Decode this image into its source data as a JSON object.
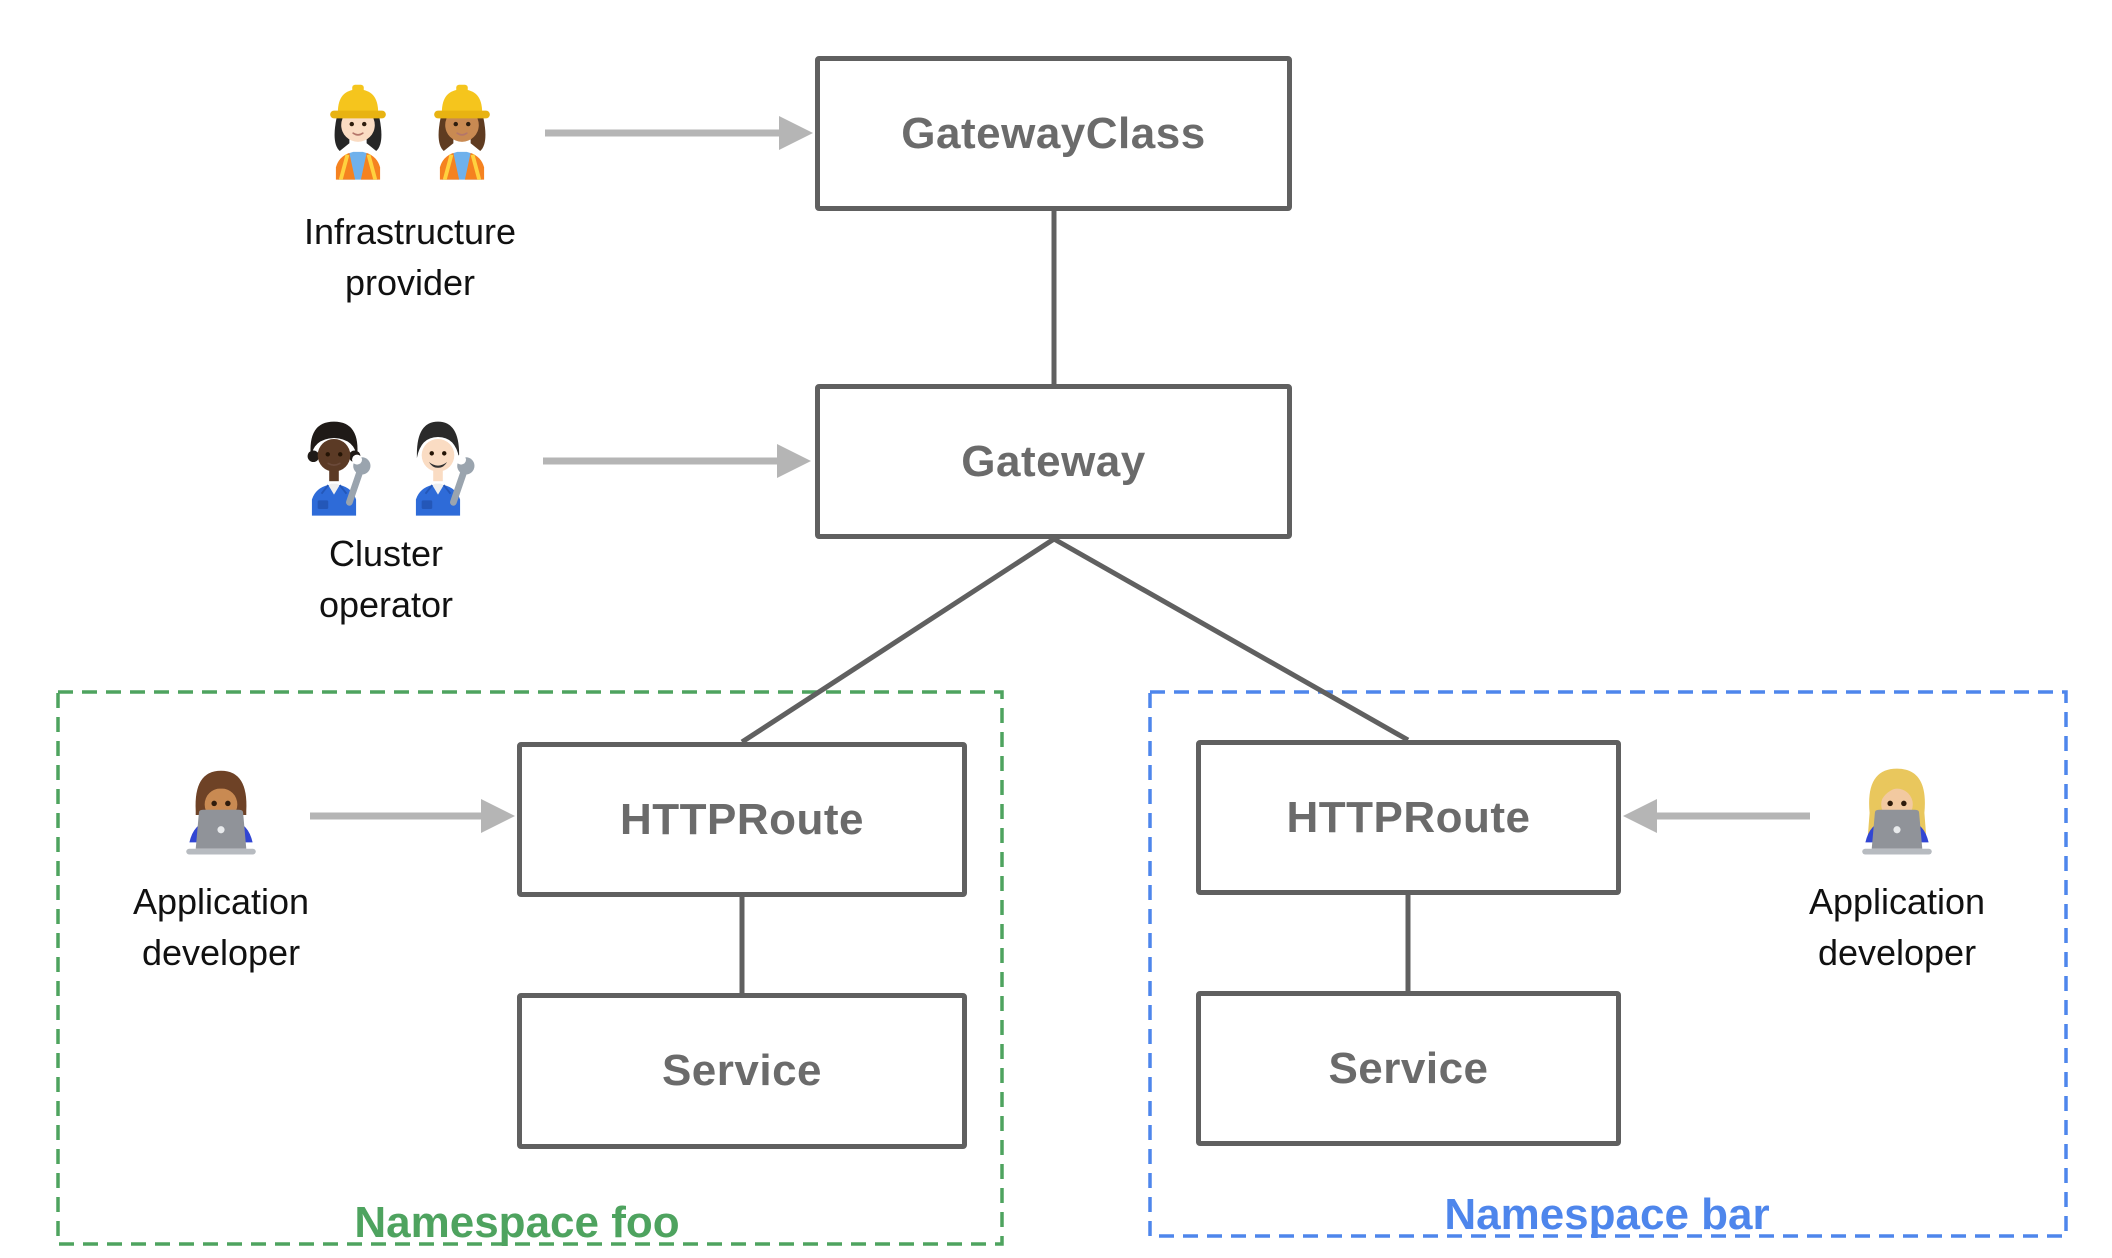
{
  "title": "Gateway API resource model diagram",
  "colors": {
    "box_border": "#606060",
    "box_label": "#6B6B6B",
    "connector": "#606060",
    "arrow": "#B5B5B5",
    "persona_label": "#111111",
    "namespace_foo": "#4EA35F",
    "namespace_bar": "#4E86EC",
    "background": "#FFFFFF"
  },
  "nodes": {
    "gateway_class": {
      "label": "GatewayClass"
    },
    "gateway": {
      "label": "Gateway"
    },
    "httproute_foo": {
      "label": "HTTPRoute"
    },
    "service_foo": {
      "label": "Service"
    },
    "httproute_bar": {
      "label": "HTTPRoute"
    },
    "service_bar": {
      "label": "Service"
    }
  },
  "personas": {
    "infrastructure_provider": {
      "label_line1": "Infrastructure",
      "label_line2": "provider",
      "icons": [
        "woman-construction-worker-light-icon",
        "woman-construction-worker-medium-icon"
      ]
    },
    "cluster_operator": {
      "label_line1": "Cluster",
      "label_line2": "operator",
      "icons": [
        "mechanic-dark-icon",
        "man-mechanic-light-icon"
      ]
    },
    "application_developer_foo": {
      "label_line1": "Application",
      "label_line2": "developer",
      "icons": [
        "man-technologist-icon"
      ]
    },
    "application_developer_bar": {
      "label_line1": "Application",
      "label_line2": "developer",
      "icons": [
        "woman-technologist-icon"
      ]
    }
  },
  "namespaces": {
    "foo": {
      "label": "Namespace foo"
    },
    "bar": {
      "label": "Namespace bar"
    }
  },
  "edges": [
    {
      "from": "gateway_class",
      "to": "gateway",
      "type": "solid"
    },
    {
      "from": "gateway",
      "to": "httproute_foo",
      "type": "solid"
    },
    {
      "from": "gateway",
      "to": "httproute_bar",
      "type": "solid"
    },
    {
      "from": "httproute_foo",
      "to": "service_foo",
      "type": "solid"
    },
    {
      "from": "httproute_bar",
      "to": "service_bar",
      "type": "solid"
    },
    {
      "from": "infrastructure_provider",
      "to": "gateway_class",
      "type": "arrow"
    },
    {
      "from": "cluster_operator",
      "to": "gateway",
      "type": "arrow"
    },
    {
      "from": "application_developer_foo",
      "to": "httproute_foo",
      "type": "arrow"
    },
    {
      "from": "application_developer_bar",
      "to": "httproute_bar",
      "type": "arrow"
    }
  ]
}
